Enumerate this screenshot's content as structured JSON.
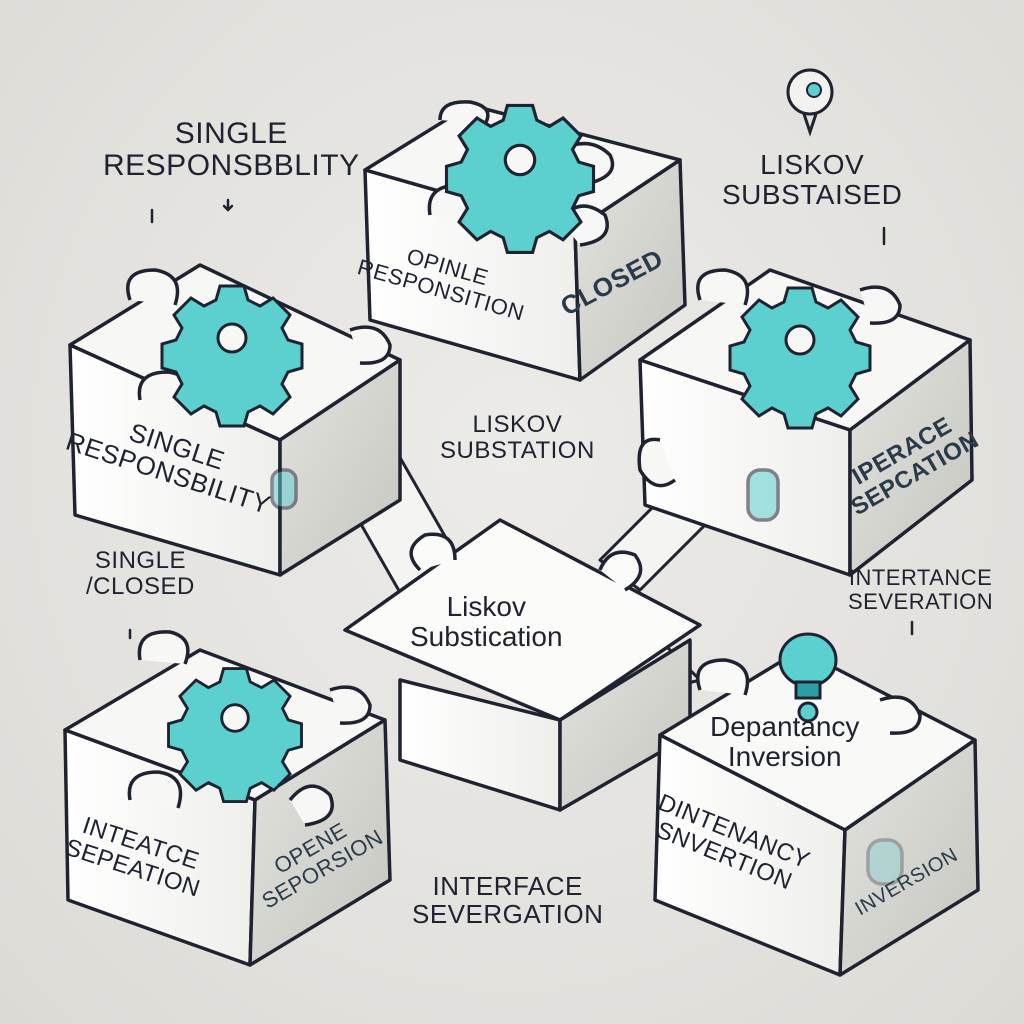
{
  "colors": {
    "background": "#e4e2de",
    "ink": "#1f2230",
    "teal": "#5ccfcf",
    "teal_dark": "#2c9ea3",
    "piece_light": "#f6f6f4",
    "piece_side": "#dadad6",
    "piece_shadow": "#b9b9b4"
  },
  "labels": {
    "top_left": {
      "line1": "SINGLE",
      "line2": "RESPONSBBLITY"
    },
    "top_right": {
      "line1": "LISKOV",
      "line2": "SUBSTAISED"
    },
    "center_float": {
      "line1": "LISKOV",
      "line2": "SUBSTATION"
    },
    "left_mid": {
      "line1": "SINGLE",
      "line2": "/CLOSED"
    },
    "right_mid": {
      "line1": "INTERTANCE",
      "line2": "SEVERATION"
    },
    "bottom_float": {
      "line1": "INTERFACE",
      "line2": "SEVERGATION"
    }
  },
  "pieces": {
    "top_center": {
      "face_line1": "OPINLE",
      "face_line2": "RESPONSITION",
      "side_text": "CLOSED"
    },
    "left_upper": {
      "face_line1": "SINGLE",
      "face_line2": "RESPONSBILITY"
    },
    "right_upper": {
      "side_line1": "IPERACE",
      "side_line2": "SEPCATION"
    },
    "center": {
      "line1": "Liskov",
      "line2": "Substication"
    },
    "bottom_left": {
      "face_line1": "INTEATCE",
      "face_line2": "SEPEATION",
      "side_line1": "OPENE",
      "side_line2": "SEPORSION"
    },
    "bottom_right": {
      "top_line1": "Depantancy",
      "top_line2": "Inversion",
      "face_line1": "DINTENANCY",
      "face_line2": "SNVERTION",
      "side_text": "INVERSION"
    }
  }
}
